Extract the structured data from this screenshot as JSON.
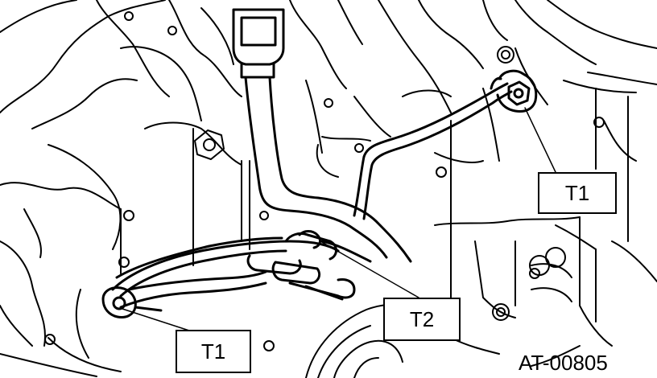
{
  "callouts": {
    "t1_right": "T1",
    "t2": "T2",
    "t1_left": "T1"
  },
  "figure_code": "AT-00805",
  "colors": {
    "line": "#000000",
    "background": "#ffffff"
  }
}
